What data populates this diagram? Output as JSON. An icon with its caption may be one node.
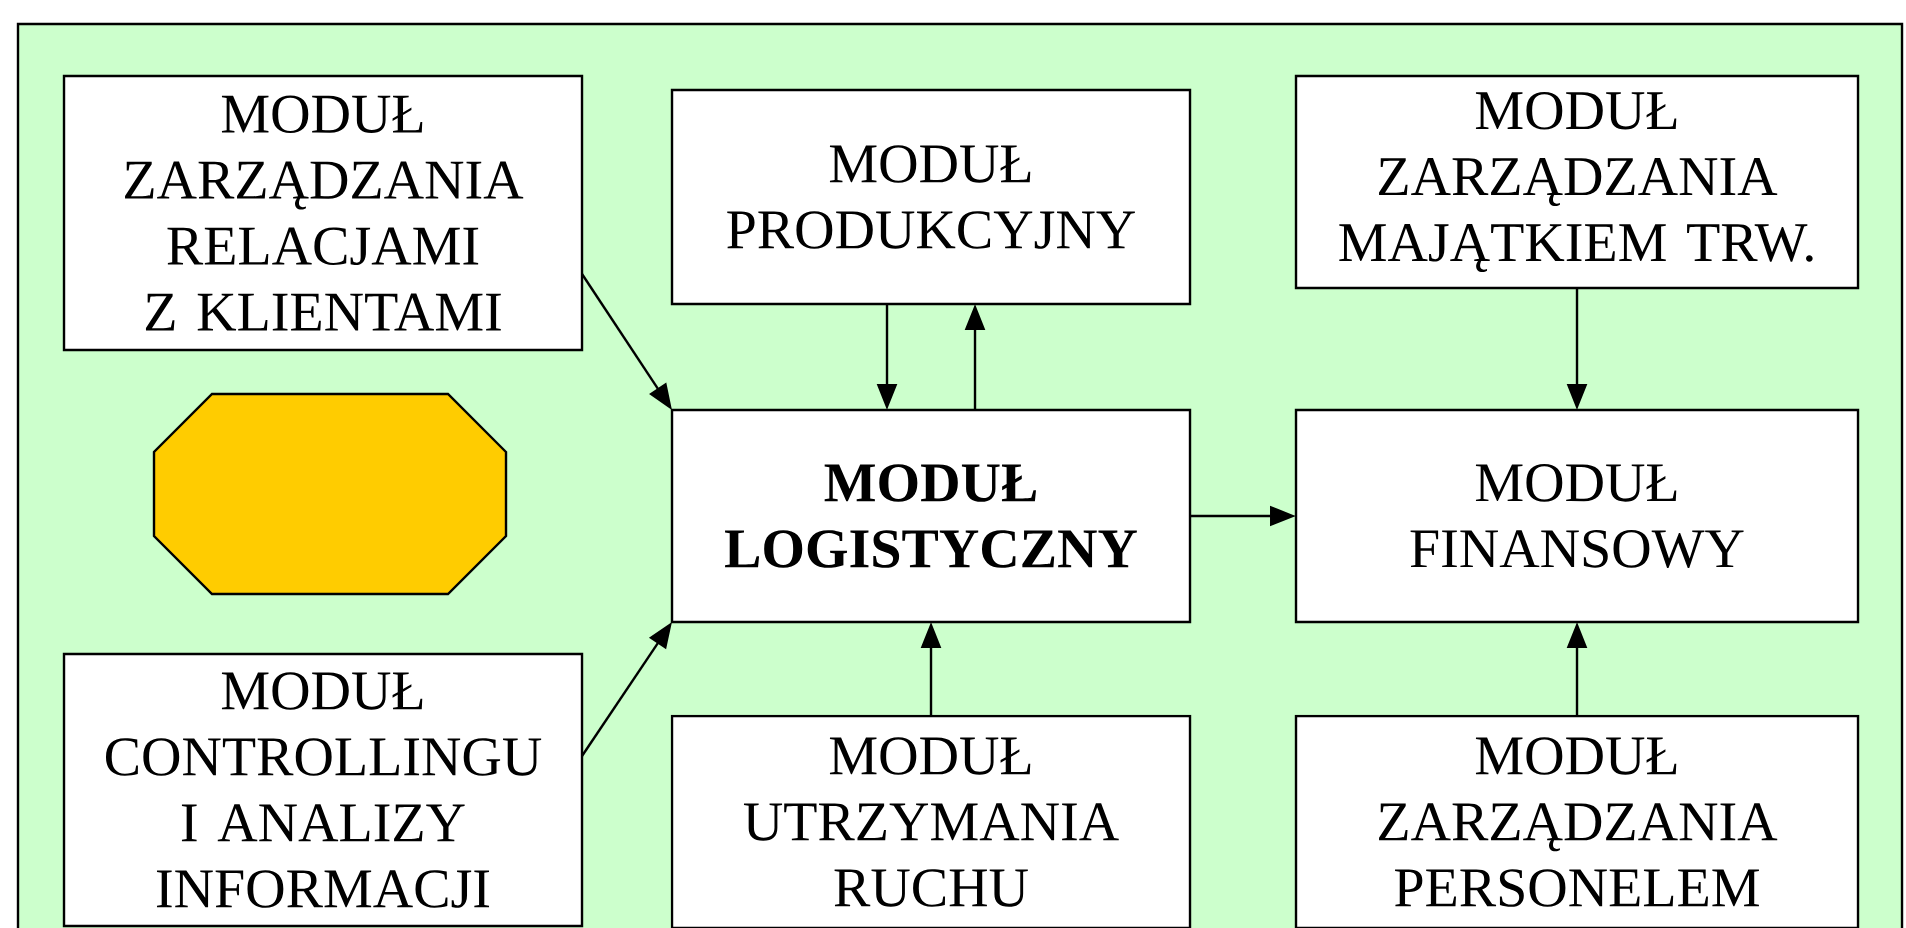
{
  "diagram": {
    "nodes": [
      {
        "text": [],
        "shape": "box"
      },
      {
        "text": [
          "MODUŁ ZARZĄDZANIA RELACJAMI Z KLIENTAMI"
        ],
        "in": 0
      },
      {
        "text": [
          "MODUŁ PRODUKCYJNY"
        ],
        "in": 0
      },
      {
        "text": [
          "MODUŁ ZARZĄDZANIA MAJĄTKIEM TRW."
        ],
        "in": 0
      },
      {
        "text": [],
        "shape": "octagon",
        "in": 0
      },
      {
        "text": [
          "MODUŁ LOGISTYCZNY"
        ],
        "in": 0
      },
      {
        "text": [
          "MODUŁ FINANSOWY"
        ],
        "in": 0
      },
      {
        "text": [
          "MODUŁ CONTROLLINGU I ANALIZY INFORMACJI"
        ],
        "in": 0
      },
      {
        "text": [
          "MODUŁ UTRZYMANIA RUCHU"
        ],
        "in": 0
      },
      {
        "text": [
          "MODUŁ ZARZĄDZANIA PERSONELEM"
        ],
        "in": 0
      }
    ],
    "edges": [
      {
        "from": 1,
        "to": 5,
        "arrow": "to"
      },
      {
        "from": 2,
        "to": 5,
        "arrow": "to"
      },
      {
        "from": 5,
        "to": 2,
        "arrow": "to"
      },
      {
        "from": 5,
        "to": 6,
        "arrow": "to"
      },
      {
        "from": 3,
        "to": 6,
        "arrow": "to"
      },
      {
        "from": 7,
        "to": 5,
        "arrow": "to"
      },
      {
        "from": 8,
        "to": 5,
        "arrow": "to"
      },
      {
        "from": 9,
        "to": 6,
        "arrow": "to"
      }
    ]
  }
}
